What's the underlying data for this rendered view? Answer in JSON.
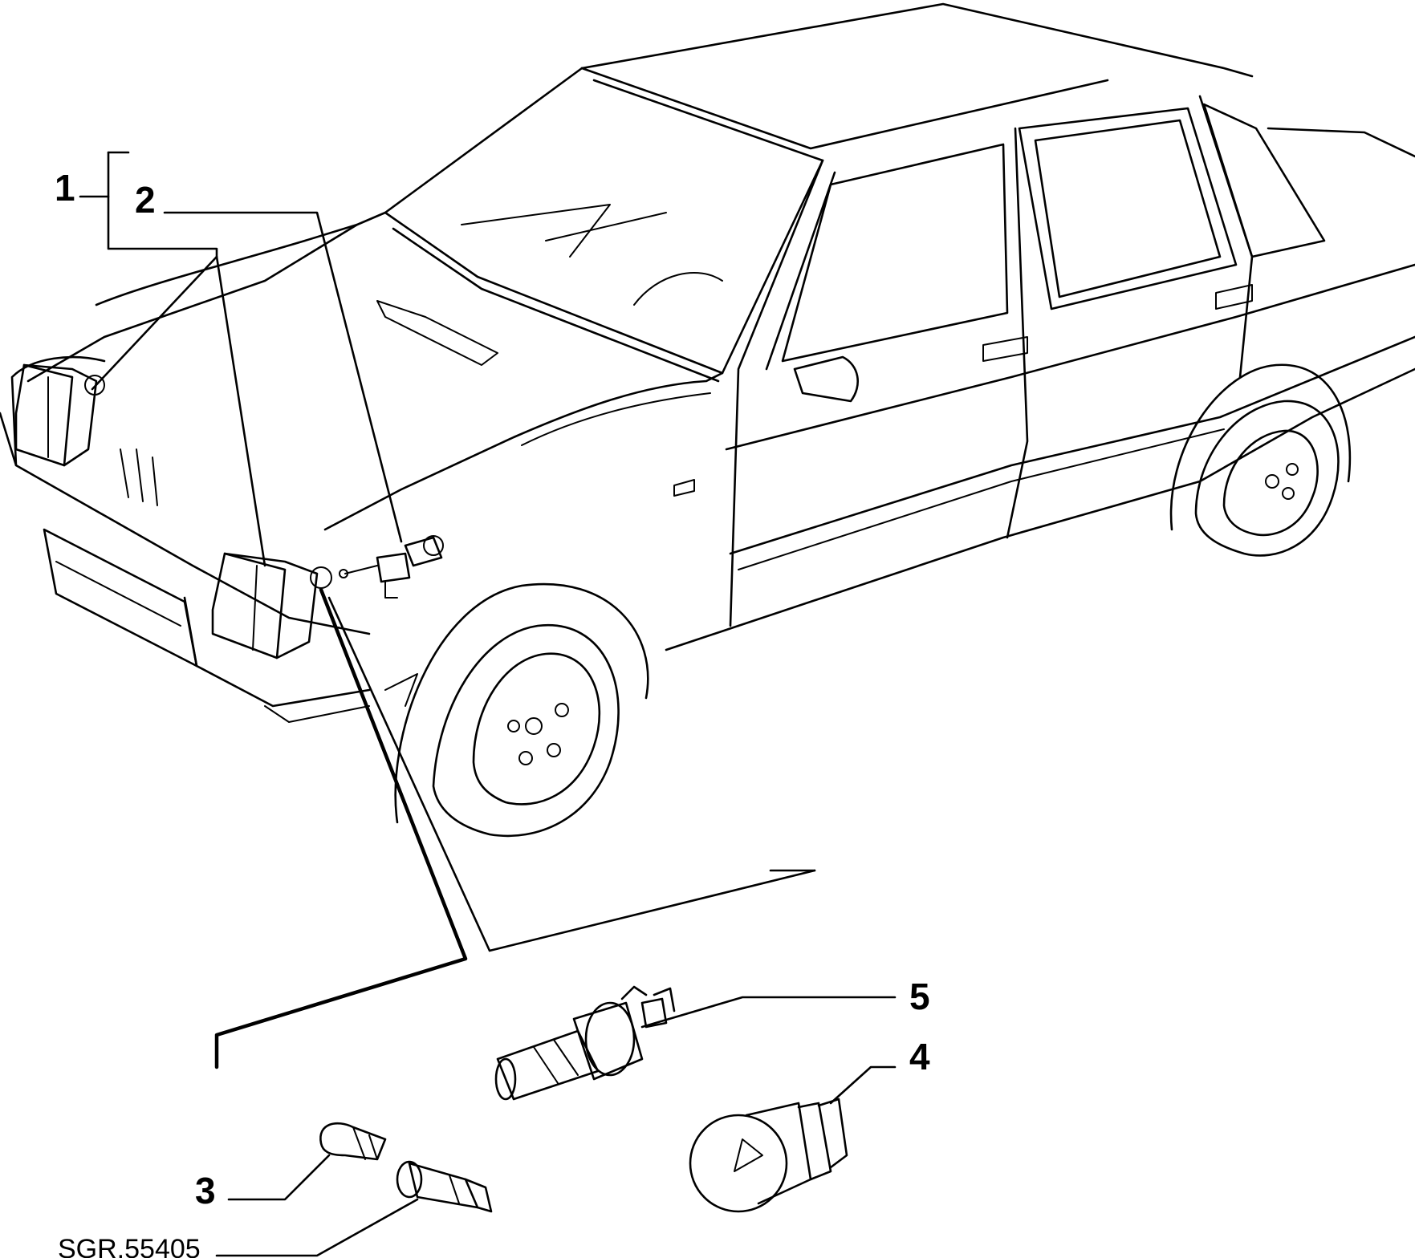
{
  "callouts": {
    "item_1": "1",
    "item_2": "2",
    "item_3": "3",
    "item_4": "4",
    "item_5": "5"
  },
  "drawing_reference": "SGR.55405",
  "colors": {
    "line": "#000000",
    "background": "#ffffff"
  }
}
